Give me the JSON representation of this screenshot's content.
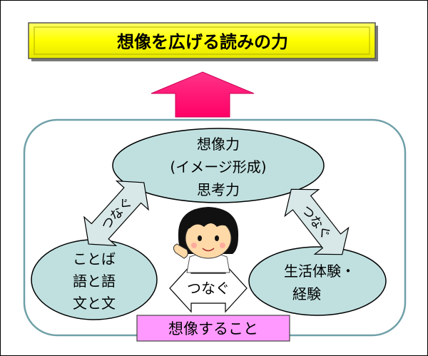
{
  "title_banner": {
    "text": "想像を広げる読みの力",
    "fill": "#ffff00"
  },
  "center_ellipse": {
    "line1": "想像力",
    "line2": "(イメージ形成)",
    "line3": "思考力"
  },
  "left_ellipse": {
    "line1": "ことば",
    "line2": "語と語",
    "line3": "文と文"
  },
  "right_ellipse": {
    "line1": "生活体験・",
    "line2": "経験"
  },
  "connectors": {
    "left": "つなぐ",
    "right": "つなぐ",
    "bottom": "つなぐ"
  },
  "bottom_box": {
    "text": "想像すること",
    "fill": "#ff99ff"
  },
  "colors": {
    "up_arrow": "#ff0066",
    "ellipse": "#c0e0e0",
    "connector": "#d8e8e8"
  }
}
